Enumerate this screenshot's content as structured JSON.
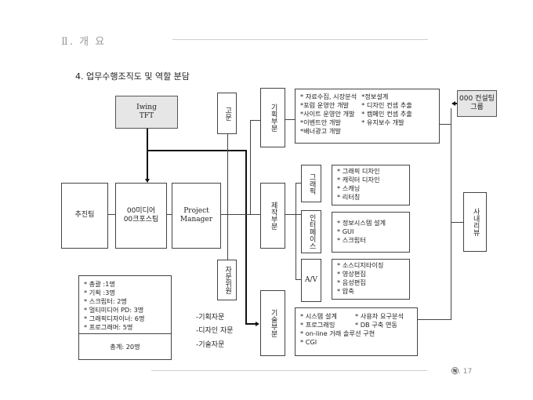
{
  "header": {
    "section_title": "Ⅱ. 개 요",
    "subtitle": "4.  업무수행조직도 및 역할 분담"
  },
  "org": {
    "tft": [
      "Iwing",
      "TFT"
    ],
    "advisor": "고문",
    "advisory_committee": "자문위원",
    "promotion_team": "추진팀",
    "media_team": [
      "00미디어",
      "00크포스팀"
    ],
    "project_manager": [
      "Project",
      "Manager"
    ],
    "consulting_group": [
      "000 컨설팅",
      "그룹"
    ],
    "internal_review": "사내리뷰",
    "divisions": {
      "planning": "기획부분",
      "production": "제작부분",
      "technical": "기술부분"
    },
    "production_units": {
      "graphic": "그래픽",
      "interface": "인터페이스",
      "av": "A/V"
    }
  },
  "tasks": {
    "planning": {
      "left": [
        "* 자료수집, 시장분석",
        "*포럼 운영안 개발",
        "*사이트 운영안 개발",
        "*이벤트안 개발",
        "*배너광고 개발"
      ],
      "right": [
        "*정보설계",
        "* 디자인 컨셉 추출",
        "* 캠페인 컨셉 추출",
        "* 유지보수 개발"
      ]
    },
    "graphic": [
      "* 그래픽 디자인",
      "* 캐릭터 디자인",
      "* 스캐닝",
      "* 리터칭"
    ],
    "interface": [
      "* 정보시스템 설계",
      "* GUI",
      "* 스크립터"
    ],
    "av": [
      "* 소스디지타이징",
      "* 영상편집",
      "* 음성편집",
      "* 압축"
    ],
    "technical": {
      "rows": [
        [
          "* 시스템 설계",
          "* 사용자 요구분석"
        ],
        [
          "* 프로그래밍",
          "* DB 구축 연동"
        ]
      ],
      "lines": [
        "* on-line 거래 솔루션 구현",
        "* CGI"
      ]
    }
  },
  "advice": [
    "-기획자문",
    "-디자인 자문",
    "-기술자문"
  ],
  "staffing": {
    "items": [
      "* 총괄 :1명",
      "* 기획 :3명",
      "* 스크립터: 2명",
      "* 멀티미디어 PD: 3명",
      "* 그래픽디자이너: 6명",
      "* 프로그래머: 5명"
    ],
    "total": "총계: 20명"
  },
  "footer": {
    "mark": "Ⓝ",
    "page": ". 17"
  }
}
